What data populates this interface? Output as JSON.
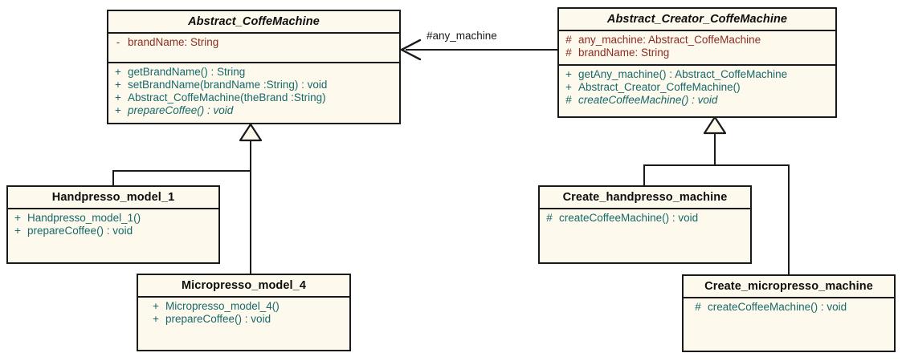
{
  "diagram": {
    "kind": "uml-class-diagram",
    "colors": {
      "box_fill": "#FDF9EC",
      "border": "#1a1a1a",
      "attribute_text": "#8C2B23",
      "method_text": "#17696B",
      "title_text": "#0d0d0d",
      "canvas": "#ffffff"
    }
  },
  "classes": {
    "abstract_coffemachine": {
      "name": "Abstract_CoffeMachine",
      "attributes": [
        {
          "visibility": "-",
          "text": "brandName:  String"
        }
      ],
      "methods": [
        {
          "visibility": "+",
          "text": "getBrandName() : String",
          "abstract": false
        },
        {
          "visibility": "+",
          "text": "setBrandName(brandName :String) : void",
          "abstract": false
        },
        {
          "visibility": "+",
          "text": "Abstract_CoffeMachine(theBrand :String)",
          "abstract": false
        },
        {
          "visibility": "+",
          "text": "prepareCoffee() : void",
          "abstract": true
        }
      ]
    },
    "abstract_creator_coffemachine": {
      "name": "Abstract_Creator_CoffeMachine",
      "attributes": [
        {
          "visibility": "#",
          "text": "any_machine:  Abstract_CoffeMachine"
        },
        {
          "visibility": "#",
          "text": "brandName:  String"
        }
      ],
      "methods": [
        {
          "visibility": "+",
          "text": "getAny_machine() : Abstract_CoffeMachine",
          "abstract": false
        },
        {
          "visibility": "+",
          "text": "Abstract_Creator_CoffeMachine()",
          "abstract": false
        },
        {
          "visibility": "#",
          "text": "createCoffeeMachine() : void",
          "abstract": true
        }
      ]
    },
    "handpresso_model_1": {
      "name": "Handpresso_model_1",
      "attributes": [],
      "methods": [
        {
          "visibility": "+",
          "text": "Handpresso_model_1()",
          "abstract": false
        },
        {
          "visibility": "+",
          "text": "prepareCoffee() : void",
          "abstract": false
        }
      ]
    },
    "micropresso_model_4": {
      "name": "Micropresso_model_4",
      "attributes": [],
      "methods": [
        {
          "visibility": "+",
          "text": "Micropresso_model_4()",
          "abstract": false
        },
        {
          "visibility": "+",
          "text": "prepareCoffee() : void",
          "abstract": false
        }
      ]
    },
    "create_handpresso_machine": {
      "name": "Create_handpresso_machine",
      "attributes": [],
      "methods": [
        {
          "visibility": "#",
          "text": "createCoffeeMachine() : void",
          "abstract": false
        }
      ]
    },
    "create_micropresso_machine": {
      "name": "Create_micropresso_machine",
      "attributes": [],
      "methods": [
        {
          "visibility": "#",
          "text": "createCoffeeMachine() : void",
          "abstract": false
        }
      ]
    }
  },
  "relationships": {
    "association": {
      "label": "#any_machine",
      "from": "Abstract_Creator_CoffeMachine",
      "to": "Abstract_CoffeMachine",
      "type": "directed-association"
    },
    "generalizations": [
      {
        "child": "Handpresso_model_1",
        "parent": "Abstract_CoffeMachine"
      },
      {
        "child": "Micropresso_model_4",
        "parent": "Abstract_CoffeMachine"
      },
      {
        "child": "Create_handpresso_machine",
        "parent": "Abstract_Creator_CoffeMachine"
      },
      {
        "child": "Create_micropresso_machine",
        "parent": "Abstract_Creator_CoffeMachine"
      }
    ]
  }
}
